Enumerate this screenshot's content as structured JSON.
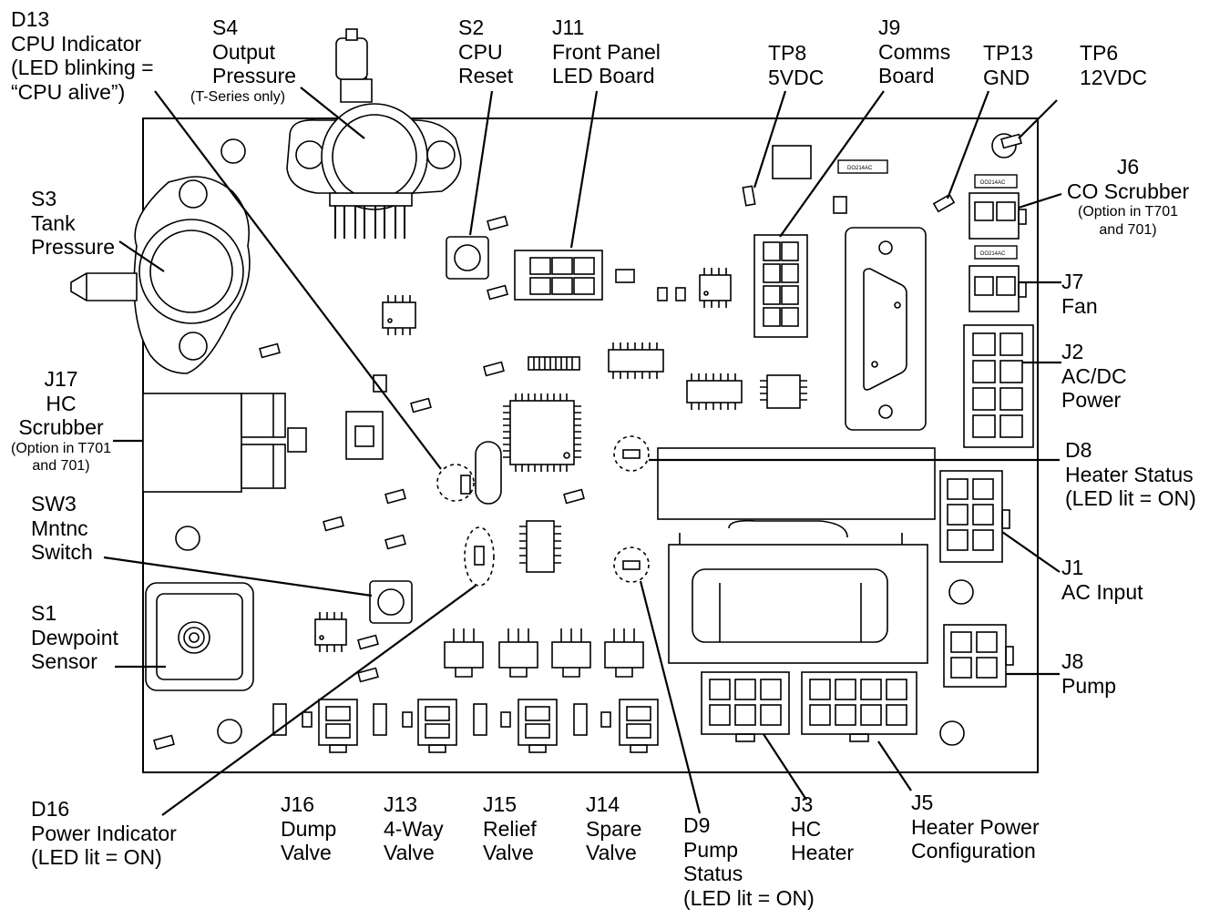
{
  "labels": {
    "d13": {
      "id": "D13",
      "line1": "CPU Indicator",
      "line2": "(LED blinking =",
      "line3": "“CPU alive”)"
    },
    "s4": {
      "id": "S4",
      "line1": "Output",
      "line2": "Pressure",
      "note": "(T-Series only)"
    },
    "s2": {
      "id": "S2",
      "line1": "CPU",
      "line2": "Reset"
    },
    "j11": {
      "id": "J11",
      "line1": "Front Panel",
      "line2": "LED Board"
    },
    "tp8": {
      "id": "TP8",
      "line1": "5VDC"
    },
    "j9": {
      "id": "J9",
      "line1": "Comms",
      "line2": "Board"
    },
    "tp13": {
      "id": "TP13",
      "line1": "GND"
    },
    "tp6": {
      "id": "TP6",
      "line1": "12VDC"
    },
    "j6": {
      "id": "J6",
      "line1": "CO Scrubber",
      "note1": "(Option in T701",
      "note2": "and 701)"
    },
    "s3": {
      "id": "S3",
      "line1": "Tank",
      "line2": "Pressure"
    },
    "j7": {
      "id": "J7",
      "line1": "Fan"
    },
    "j2": {
      "id": "J2",
      "line1": "AC/DC",
      "line2": "Power"
    },
    "j17": {
      "id": "J17",
      "line1": "HC",
      "line2": "Scrubber",
      "note1": "(Option in T701",
      "note2": "and 701)"
    },
    "d8": {
      "id": "D8",
      "line1": "Heater Status",
      "line2": "(LED lit = ON)"
    },
    "sw3": {
      "id": "SW3",
      "line1": "Mntnc",
      "line2": "Switch"
    },
    "j1": {
      "id": "J1",
      "line1": "AC Input"
    },
    "s1": {
      "id": "S1",
      "line1": "Dewpoint",
      "line2": "Sensor"
    },
    "j8": {
      "id": "J8",
      "line1": "Pump"
    },
    "d16": {
      "id": "D16",
      "line1": "Power Indicator",
      "line2": "(LED lit = ON)"
    },
    "j16": {
      "id": "J16",
      "line1": "Dump",
      "line2": "Valve"
    },
    "j13": {
      "id": "J13",
      "line1": "4-Way",
      "line2": "Valve"
    },
    "j15": {
      "id": "J15",
      "line1": "Relief",
      "line2": "Valve"
    },
    "j14": {
      "id": "J14",
      "line1": "Spare",
      "line2": "Valve"
    },
    "d9": {
      "id": "D9",
      "line1": "Pump",
      "line2": "Status",
      "line3": "(LED lit = ON)"
    },
    "j3": {
      "id": "J3",
      "line1": "HC",
      "line2": "Heater"
    },
    "j5": {
      "id": "J5",
      "line1": "Heater Power",
      "line2": "Configuration"
    }
  },
  "chip_marks": {
    "diode": "DO214AC"
  },
  "colors": {
    "line": "#000000",
    "fill": "#ffffff",
    "shade": "#eeeeee"
  }
}
